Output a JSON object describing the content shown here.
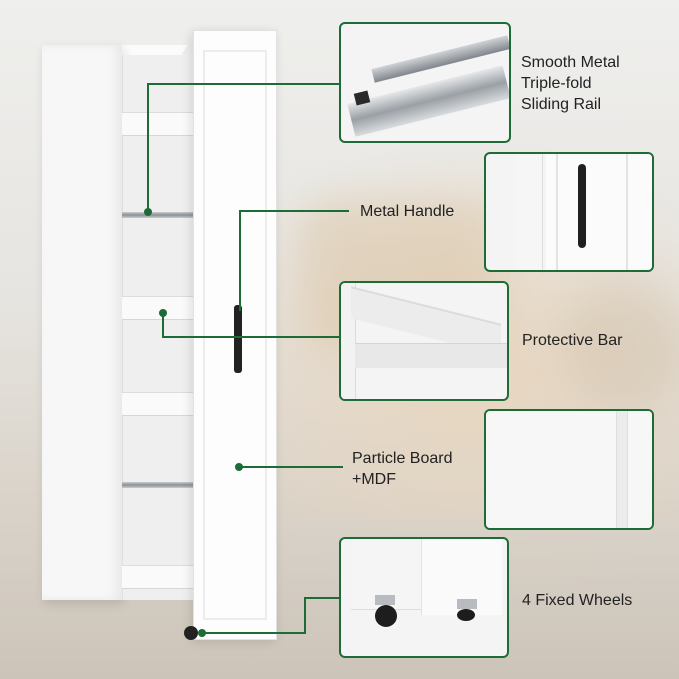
{
  "colors": {
    "accent": "#1d6b36",
    "text": "#222222"
  },
  "features": [
    {
      "id": "rail",
      "label": "Smooth Metal Triple-fold Sliding Rail",
      "lines": [
        "Smooth Metal",
        "Triple-fold",
        "Sliding Rail"
      ]
    },
    {
      "id": "handle",
      "label": "Metal Handle"
    },
    {
      "id": "bar",
      "label": "Protective Bar"
    },
    {
      "id": "board",
      "label": "Particle Board +MDF",
      "lines": [
        "Particle Board",
        "+MDF"
      ]
    },
    {
      "id": "wheels",
      "label": "4 Fixed Wheels"
    }
  ]
}
